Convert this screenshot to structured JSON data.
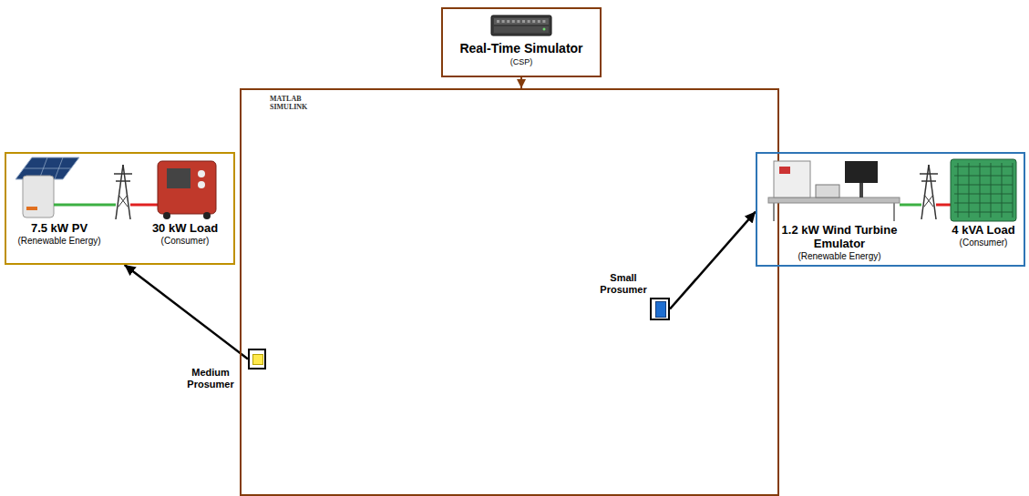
{
  "diagram": {
    "nodes": [
      {
        "text": [
          "Real-Time Simulator",
          "(CSP)"
        ]
      },
      {
        "text": [
          "MATLAB SIMULINK"
        ]
      },
      {
        "text": [
          "Medium Prosumer"
        ],
        "in": 1
      },
      {
        "text": [
          "Small Prosumer"
        ],
        "in": 1
      },
      {
        "text": [
          "7.5 kW PV",
          "(Renewable Energy)",
          "30 kW Load",
          "(Consumer)"
        ]
      },
      {
        "text": [
          "1.2 kW Wind Turbine Emulator",
          "(Renewable Energy)",
          "4 kVA Load",
          "(Consumer)"
        ]
      }
    ],
    "edges": [
      {
        "from": 0,
        "to": 1,
        "arrow": "to"
      },
      {
        "from": 2,
        "to": 4,
        "arrow": "to"
      },
      {
        "from": 3,
        "to": 5,
        "arrow": "to"
      }
    ]
  }
}
